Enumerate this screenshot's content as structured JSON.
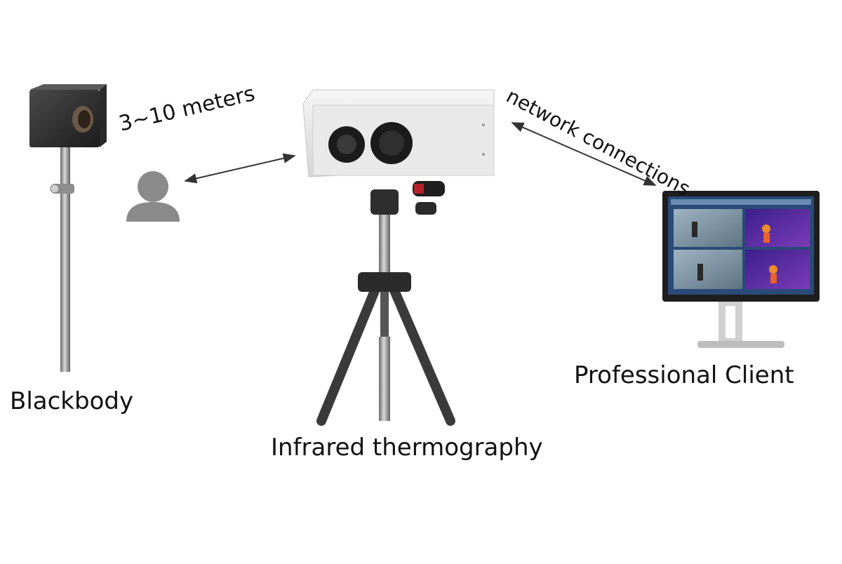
{
  "labels": {
    "blackbody": "Blackbody",
    "thermography": "Infrared thermography",
    "client": "Professional Client",
    "distance": "3~10 meters",
    "network": "network connections"
  },
  "icons": {
    "person": "person-icon",
    "blackbody": "blackbody-device-icon",
    "camera": "thermal-camera-icon",
    "monitor": "monitor-icon"
  },
  "colors": {
    "text": "#111111",
    "person": "#8a8a8a",
    "arrow": "#333333",
    "thermal_panel": "#5a2fa0"
  }
}
